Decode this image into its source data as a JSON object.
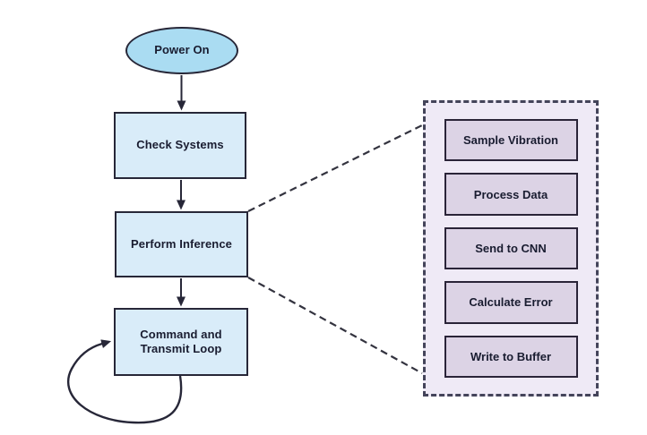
{
  "flow": {
    "start": {
      "label": "Power On",
      "shape": "ellipse"
    },
    "steps": [
      {
        "label": "Check Systems"
      },
      {
        "label": "Perform Inference"
      },
      {
        "label": "Command and Transmit Loop"
      }
    ]
  },
  "detail_panel": {
    "steps": [
      {
        "label": "Sample Vibration"
      },
      {
        "label": "Process Data"
      },
      {
        "label": "Send to CNN"
      },
      {
        "label": "Calculate Error"
      },
      {
        "label": "Write to Buffer"
      }
    ]
  },
  "colors": {
    "terminal_fill": "#aadcf2",
    "process_fill": "#d9ecf9",
    "panel_fill": "#efeaf6",
    "panel_step_fill": "#dcd3e5",
    "stroke": "#272738",
    "dashed_stroke": "#44445a",
    "text": "#191c30",
    "background": "#ffffff"
  }
}
